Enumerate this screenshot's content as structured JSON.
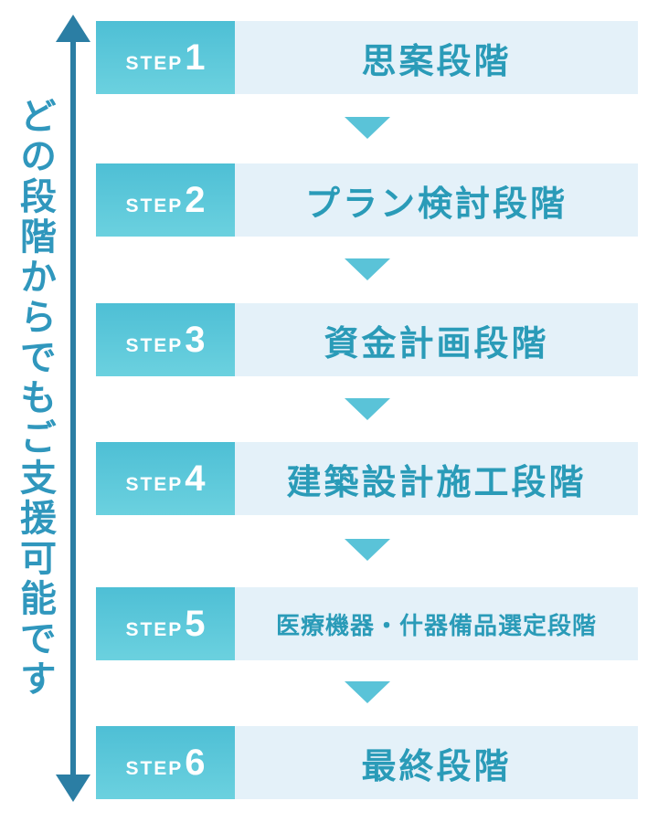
{
  "diagram": {
    "side_caption": "どの段階からでもご支援可能です",
    "steps": [
      {
        "label": "STEP",
        "number": "1",
        "title": "思案段階"
      },
      {
        "label": "STEP",
        "number": "2",
        "title": "プラン検討段階"
      },
      {
        "label": "STEP",
        "number": "3",
        "title": "資金計画段階"
      },
      {
        "label": "STEP",
        "number": "4",
        "title": "建築設計施工段階"
      },
      {
        "label": "STEP",
        "number": "5",
        "title": "医療機器・什器備品選定段階"
      },
      {
        "label": "STEP",
        "number": "6",
        "title": "最終段階"
      }
    ],
    "colors": {
      "badge_gradient_top": "#4ebfd5",
      "badge_gradient_bottom": "#6bd1df",
      "panel_bg": "#e4f1f9",
      "title_text": "#2a9bb8",
      "side_caption_text": "#3097bd",
      "arrow": "#2b7ea4",
      "triangle": "#5ac3d8",
      "badge_text": "#ffffff"
    }
  }
}
